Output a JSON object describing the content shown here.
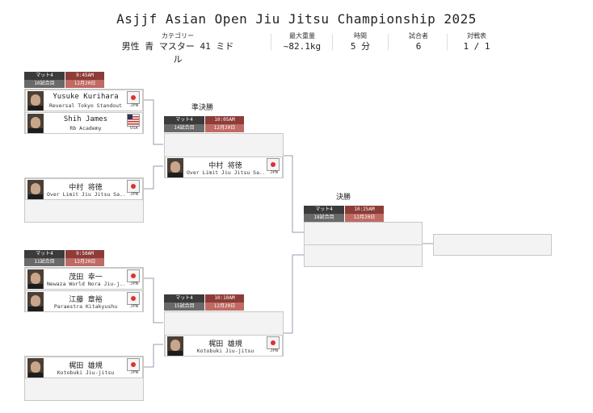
{
  "title": "Asjjf Asian Open Jiu Jitsu Championship 2025",
  "info": {
    "category": {
      "label": "カテゴリー",
      "value": "男性 青 マスター 41 ミドル"
    },
    "max_weight": {
      "label": "最大重量",
      "value": "~82.1kg"
    },
    "duration": {
      "label": "時間",
      "value": "5 分"
    },
    "competitors": {
      "label": "試合者",
      "value": "6"
    },
    "bracket": {
      "label": "対戦表",
      "value": "1 / 1"
    }
  },
  "rounds": {
    "semifinal": "準決勝",
    "final": "決勝"
  },
  "matches": {
    "m10": {
      "mat": "マット4",
      "time": "9:45AM",
      "number": "10試合目",
      "date": "12月20日"
    },
    "m11": {
      "mat": "マット4",
      "time": "9:50AM",
      "number": "11試合目",
      "date": "12月20日"
    },
    "m14": {
      "mat": "マット4",
      "time": "10:05AM",
      "number": "14試合目",
      "date": "12月20日"
    },
    "m15": {
      "mat": "マット4",
      "time": "10:10AM",
      "number": "15試合目",
      "date": "12月20日"
    },
    "m18": {
      "mat": "マット4",
      "time": "10:25AM",
      "number": "18試合目",
      "date": "12月20日"
    }
  },
  "competitors": {
    "kurihara": {
      "name": "Yusuke Kurihara",
      "team": "Reversal Tokyo Standout",
      "country": "JPN"
    },
    "james": {
      "name": "Shih James",
      "team": "Rb Academy",
      "country": "USA"
    },
    "nakamura": {
      "name": "中村 将徳",
      "team": "Over Limit Jiu Jitsu Sa..",
      "country": "JPN"
    },
    "nakamura_sf": {
      "name": "中村 将徳",
      "team": "Over Limit Jiu Jitsu Sa..",
      "country": "JPN"
    },
    "shigeta": {
      "name": "茂田 幸一",
      "team": "Newaza World Nora Jiu-j..",
      "country": "JPN"
    },
    "eto": {
      "name": "江藤 章裕",
      "team": "Paraestra Kitakyushu",
      "country": "JPN"
    },
    "kajita": {
      "name": "梶田 雄規",
      "team": "Kotobuki Jiu-jitsu",
      "country": "JPN"
    },
    "kajita_sf": {
      "name": "梶田 雄規",
      "team": "Kotobuki Jiu-jitsu",
      "country": "JPN"
    }
  },
  "colors": {
    "mat": "#3b3b3b",
    "time": "#8d3c38",
    "number": "#696969",
    "date": "#bf6a64"
  }
}
